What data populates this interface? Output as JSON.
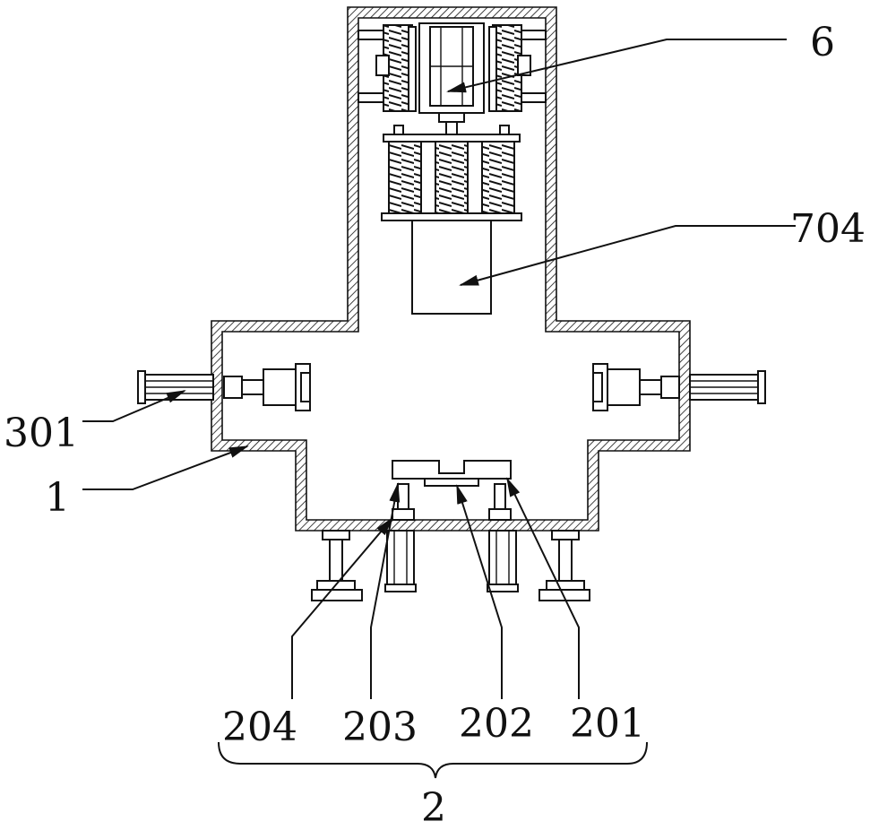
{
  "figure": {
    "labels": {
      "l6": "6",
      "l704": "704",
      "l301": "301",
      "l1": "1",
      "l204": "204",
      "l203": "203",
      "l202": "202",
      "l201": "201",
      "l2": "2"
    }
  }
}
